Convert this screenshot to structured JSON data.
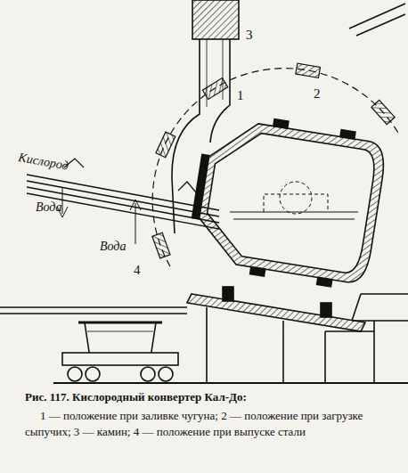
{
  "diagram": {
    "caption": "Рис. 117. Кислородный конвертер Кал-До:",
    "labels": [
      "Кислород",
      "Вода",
      "Вода",
      "1",
      "2",
      "3",
      "4",
      "1 — положение при заливке чугуна; 2 — положение при загрузке сыпучих; 3 — камин; 4 — положение при выпуске стали"
    ]
  }
}
